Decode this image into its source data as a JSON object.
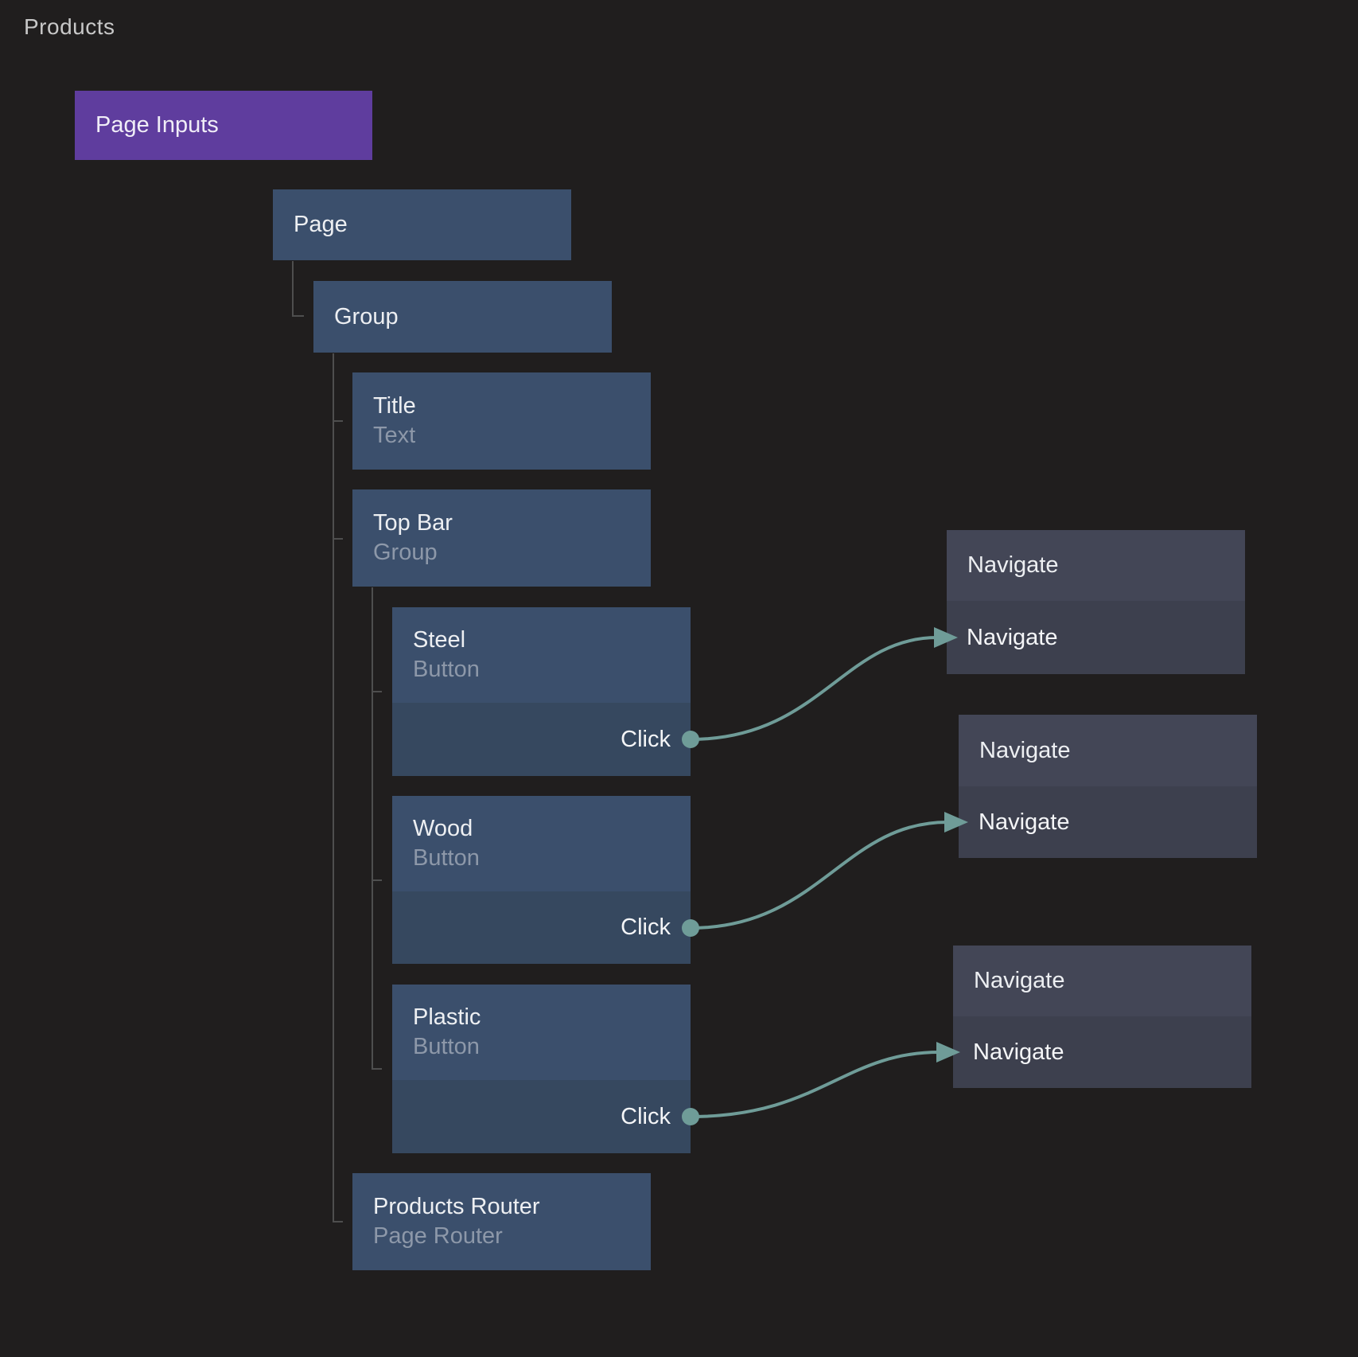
{
  "canvas": {
    "title": "Products"
  },
  "colors": {
    "background": "#201e1e",
    "component_inputs_node": "#5f3d9e",
    "visual_node_header": "#3b4f6c",
    "visual_node_body": "#36485f",
    "action_node_header": "#434656",
    "action_node_body": "#3d404e",
    "connection_teal": "#6f9c98",
    "tree_line_gray": "#4e4e4e",
    "title_text": "#edeff2",
    "subtitle_text": "#8d98a9"
  },
  "nodes": {
    "page_inputs": {
      "title": "Page Inputs"
    },
    "page": {
      "title": "Page"
    },
    "group": {
      "title": "Group"
    },
    "title_text": {
      "title": "Title",
      "subtitle": "Text"
    },
    "top_bar": {
      "title": "Top Bar",
      "subtitle": "Group"
    },
    "steel": {
      "title": "Steel",
      "subtitle": "Button",
      "output": "Click"
    },
    "wood": {
      "title": "Wood",
      "subtitle": "Button",
      "output": "Click"
    },
    "plastic": {
      "title": "Plastic",
      "subtitle": "Button",
      "output": "Click"
    },
    "products_router": {
      "title": "Products Router",
      "subtitle": "Page Router"
    },
    "navigate_1": {
      "title": "Navigate",
      "input": "Navigate"
    },
    "navigate_2": {
      "title": "Navigate",
      "input": "Navigate"
    },
    "navigate_3": {
      "title": "Navigate",
      "input": "Navigate"
    }
  },
  "connections": [
    {
      "from_node": "Steel",
      "from_port": "Click",
      "to_node": "Navigate",
      "to_port": "Navigate"
    },
    {
      "from_node": "Wood",
      "from_port": "Click",
      "to_node": "Navigate",
      "to_port": "Navigate"
    },
    {
      "from_node": "Plastic",
      "from_port": "Click",
      "to_node": "Navigate",
      "to_port": "Navigate"
    }
  ]
}
